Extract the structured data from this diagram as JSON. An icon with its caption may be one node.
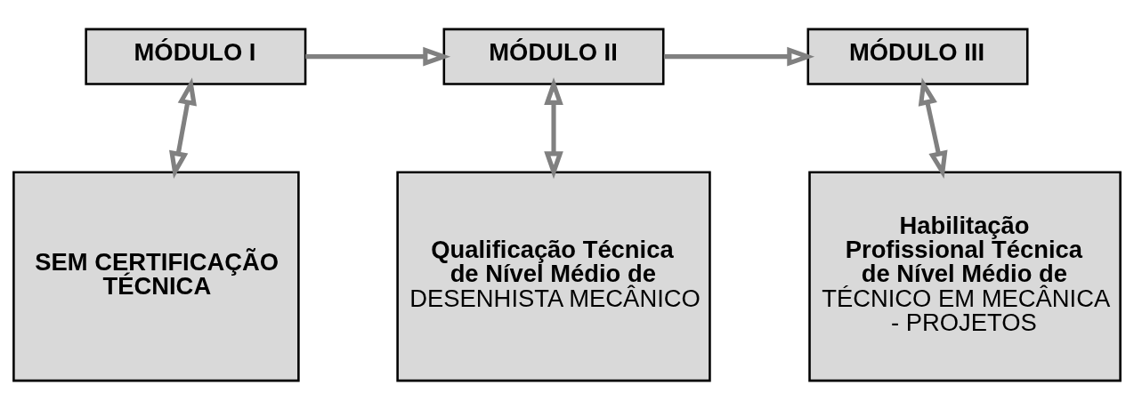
{
  "diagram": {
    "nodes": [
      {
        "text": [
          "MÓDULO I"
        ]
      },
      {
        "text": [
          "MÓDULO II"
        ]
      },
      {
        "text": [
          "MÓDULO III"
        ]
      },
      {
        "text": [
          "SEM CERTIFICAÇÃO TÉCNICA"
        ]
      },
      {
        "text": [
          "Qualificação Técnica de Nível Médio de",
          "DESENHISTA MECÂNICO"
        ]
      },
      {
        "text": [
          "Habilitação Profissional Técnica de Nível Médio de",
          "TÉCNICO EM MECÂNICA - PROJETOS"
        ]
      }
    ],
    "edges": [
      {
        "from": 0,
        "to": 1,
        "arrow": "to"
      },
      {
        "from": 1,
        "to": 2,
        "arrow": "to"
      },
      {
        "from": 0,
        "to": 3,
        "arrow": "both"
      },
      {
        "from": 1,
        "to": 4,
        "arrow": "both"
      },
      {
        "from": 2,
        "to": 5,
        "arrow": "both"
      }
    ]
  }
}
